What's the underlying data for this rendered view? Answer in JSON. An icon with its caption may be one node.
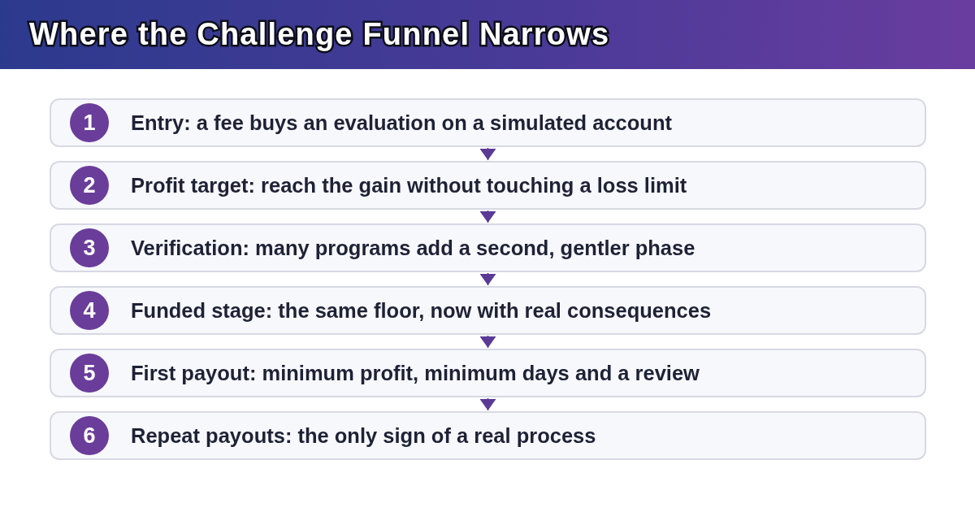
{
  "diagram": {
    "title": "Where the Challenge Funnel Narrows",
    "nodes": [
      {
        "text": [
          "Entry: a fee buys an evaluation on a simulated account"
        ]
      },
      {
        "text": [
          "1"
        ],
        "in": 0
      },
      {
        "text": [
          "Profit target: reach the gain without touching a loss limit"
        ]
      },
      {
        "text": [
          "2"
        ],
        "in": 2
      },
      {
        "text": [
          "Verification: many programs add a second, gentler phase"
        ]
      },
      {
        "text": [
          "3"
        ],
        "in": 4
      },
      {
        "text": [
          "Funded stage: the same floor, now with real consequences"
        ]
      },
      {
        "text": [
          "4"
        ],
        "in": 6
      },
      {
        "text": [
          "First payout: minimum profit, minimum days and a review"
        ]
      },
      {
        "text": [
          "5"
        ],
        "in": 8
      },
      {
        "text": [
          "Repeat payouts: the only sign of a real process"
        ]
      },
      {
        "text": [
          "6"
        ],
        "in": 10
      }
    ],
    "edges": [
      {
        "from": 0,
        "to": 2,
        "arrow": "to"
      },
      {
        "from": 2,
        "to": 4,
        "arrow": "to"
      },
      {
        "from": 4,
        "to": 6,
        "arrow": "to"
      },
      {
        "from": 6,
        "to": 8,
        "arrow": "to"
      },
      {
        "from": 8,
        "to": 10,
        "arrow": "to"
      }
    ]
  }
}
